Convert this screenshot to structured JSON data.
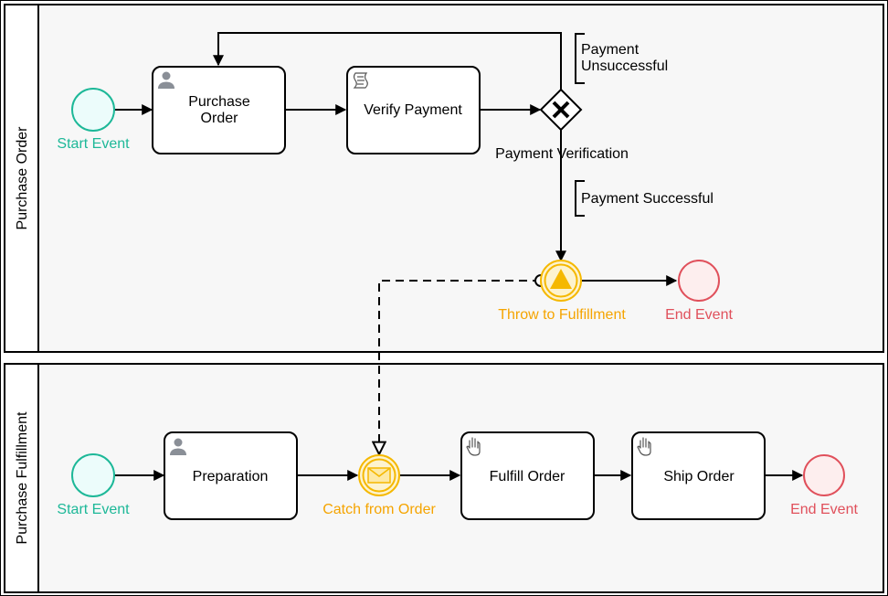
{
  "pools": [
    {
      "label": "Purchase Order"
    },
    {
      "label": "Purchase Fulfillment"
    }
  ],
  "events": {
    "po_start": "Start Event",
    "throw": "Throw to Fulfillment",
    "po_end": "End Event",
    "pf_start": "Start Event",
    "catch": "Catch from Order",
    "pf_end": "End Event"
  },
  "tasks": {
    "purchase_order": [
      "Purchase",
      "Order"
    ],
    "verify_payment": "Verify Payment",
    "preparation": "Preparation",
    "fulfill_order": "Fulfill Order",
    "ship_order": "Ship Order"
  },
  "gateway": {
    "label": "Payment Verification"
  },
  "annotations": {
    "unsuccessful": [
      "Payment",
      "Unsuccessful"
    ],
    "successful": "Payment Successful"
  },
  "icons": {
    "user_task": "user-icon",
    "script_task": "script-icon",
    "manual_task": "hand-icon",
    "gateway": "exclusive-x-icon",
    "throw": "escalation-triangle-icon",
    "catch": "envelope-icon"
  },
  "colors": {
    "start": "#1db898",
    "end": "#e0505b",
    "intermediate": "#f5b800"
  }
}
